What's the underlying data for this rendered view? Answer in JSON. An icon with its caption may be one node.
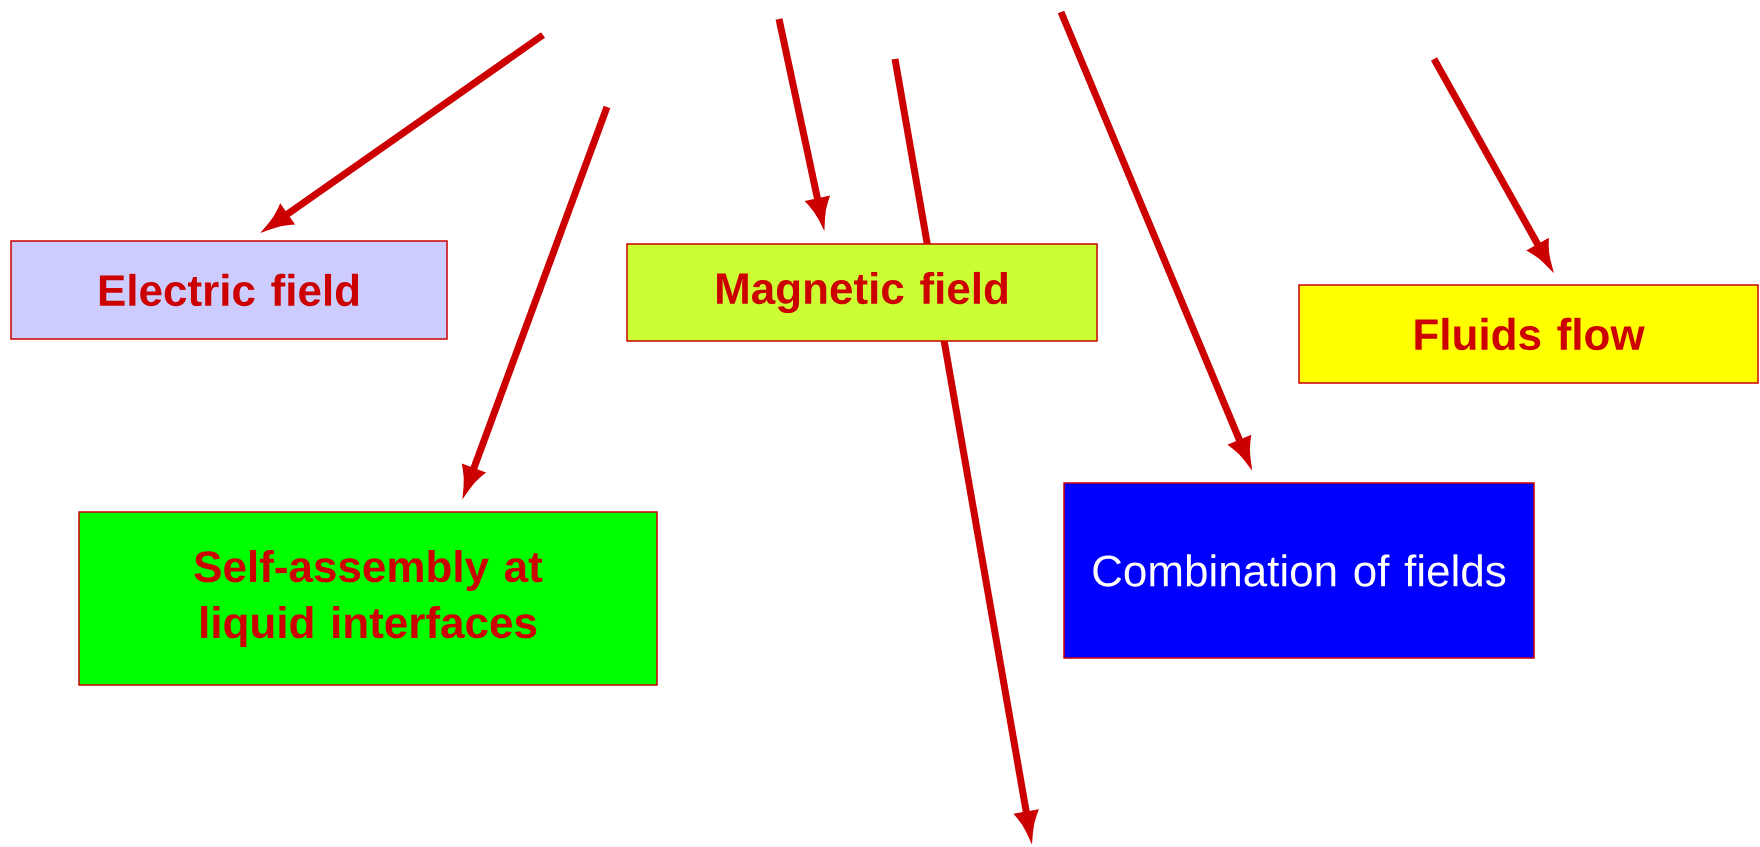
{
  "diagram": {
    "nodes": [
      {
        "text": [
          "Electric field"
        ]
      },
      {
        "text": [
          "Magnetic field"
        ]
      },
      {
        "text": [
          "Fluids flow"
        ]
      },
      {
        "text": [
          "Self-assembly at liquid interfaces"
        ]
      },
      {
        "text": [
          "Combination of fields"
        ]
      }
    ],
    "edges": [
      {
        "from": null,
        "to": 0,
        "arrow": "to"
      },
      {
        "from": null,
        "to": 3,
        "arrow": "to"
      },
      {
        "from": null,
        "to": 1,
        "arrow": "to"
      },
      {
        "from": null,
        "to": 4,
        "arrow": "to"
      },
      {
        "from": null,
        "to": 2,
        "arrow": "to"
      }
    ]
  }
}
